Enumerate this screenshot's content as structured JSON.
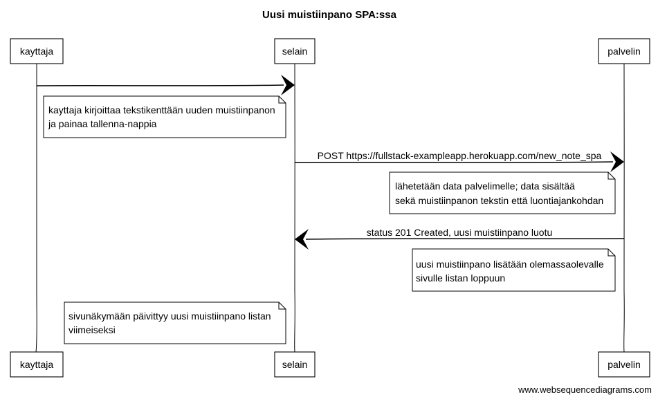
{
  "title": "Uusi muistiinpano SPA:ssa",
  "participants": [
    {
      "id": "kayttaja",
      "label": "kayttaja"
    },
    {
      "id": "selain",
      "label": "selain"
    },
    {
      "id": "palvelin",
      "label": "palvelin"
    }
  ],
  "messages": [
    {
      "from": "kayttaja",
      "to": "selain",
      "label": ""
    },
    {
      "from": "selain",
      "to": "palvelin",
      "label": "POST https://fullstack-exampleapp.herokuapp.com/new_note_spa"
    },
    {
      "from": "palvelin",
      "to": "selain",
      "label": "status 201 Created, uusi muistiinpano luotu"
    }
  ],
  "notes": [
    {
      "anchor": "kayttaja",
      "lines": [
        "kayttaja kirjoittaa tekstikenttään uuden muistiinpanon",
        "ja painaa tallenna-nappia"
      ]
    },
    {
      "anchor": "palvelin",
      "lines": [
        "lähetetään data palvelimelle; data sisältää",
        "sekä muistiinpanon tekstin että luontiajankohdan"
      ]
    },
    {
      "anchor": "palvelin",
      "lines": [
        "uusi muistiinpano lisätään olemassaolevalle",
        "sivulle listan loppuun"
      ]
    },
    {
      "anchor": "kayttaja",
      "lines": [
        "sivunäkymään päivittyy uusi muistiinpano listan",
        "viimeiseksi"
      ]
    }
  ],
  "watermark": "www.websequencediagrams.com"
}
